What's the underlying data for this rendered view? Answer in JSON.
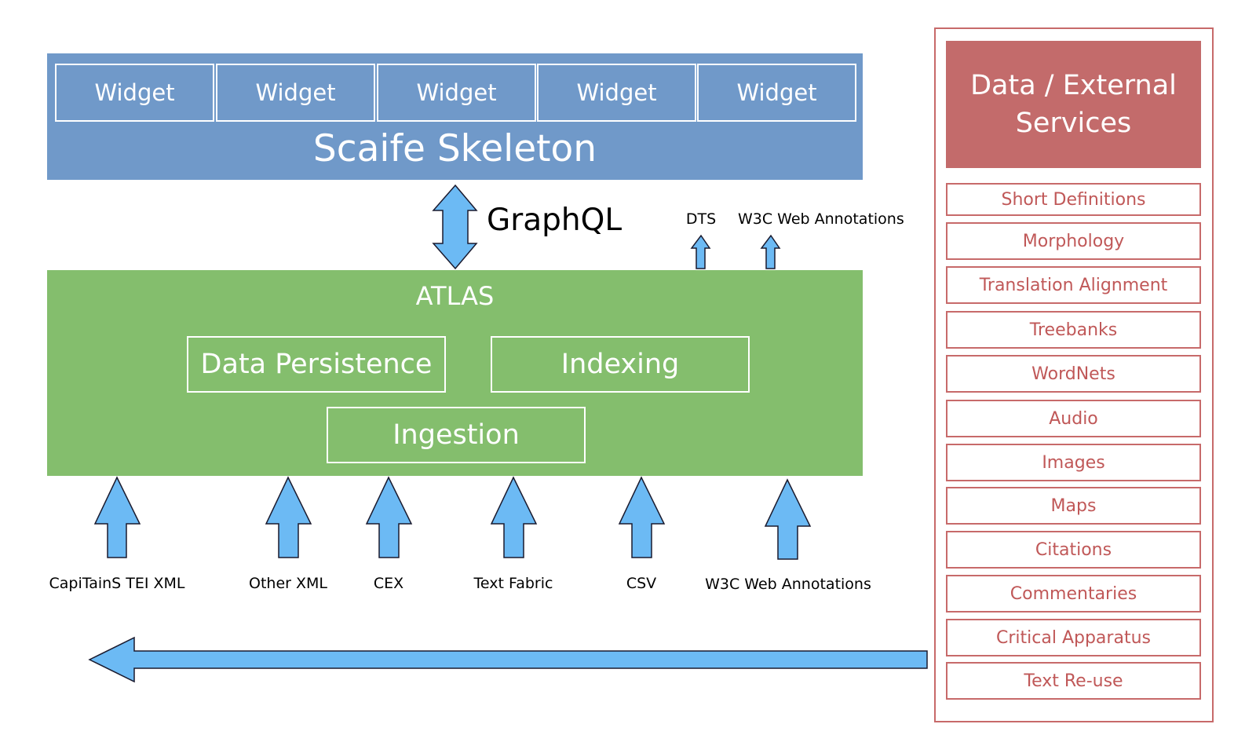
{
  "skeleton": {
    "title": "Scaife Skeleton",
    "widgets": [
      "Widget",
      "Widget",
      "Widget",
      "Widget",
      "Widget"
    ],
    "color": "#7099c9"
  },
  "api": {
    "label": "GraphQL"
  },
  "outputs": [
    "DTS",
    "W3C Web Annotations"
  ],
  "atlas": {
    "title": "ATLAS",
    "modules": [
      "Data Persistence",
      "Indexing",
      "Ingestion"
    ],
    "color": "#84be6d"
  },
  "inputs": [
    "CapiTainS TEI XML",
    "Other XML",
    "CEX",
    "Text Fabric",
    "CSV",
    "W3C Web Annotations"
  ],
  "external": {
    "title": "Data / External Services",
    "items": [
      "Short Definitions",
      "Morphology",
      "Translation Alignment",
      "Treebanks",
      "WordNets",
      "Audio",
      "Images",
      "Maps",
      "Citations",
      "Commentaries",
      "Critical Apparatus",
      "Text Re-use"
    ],
    "color": "#c36b6b"
  },
  "arrow_color": "#6cbaf4"
}
